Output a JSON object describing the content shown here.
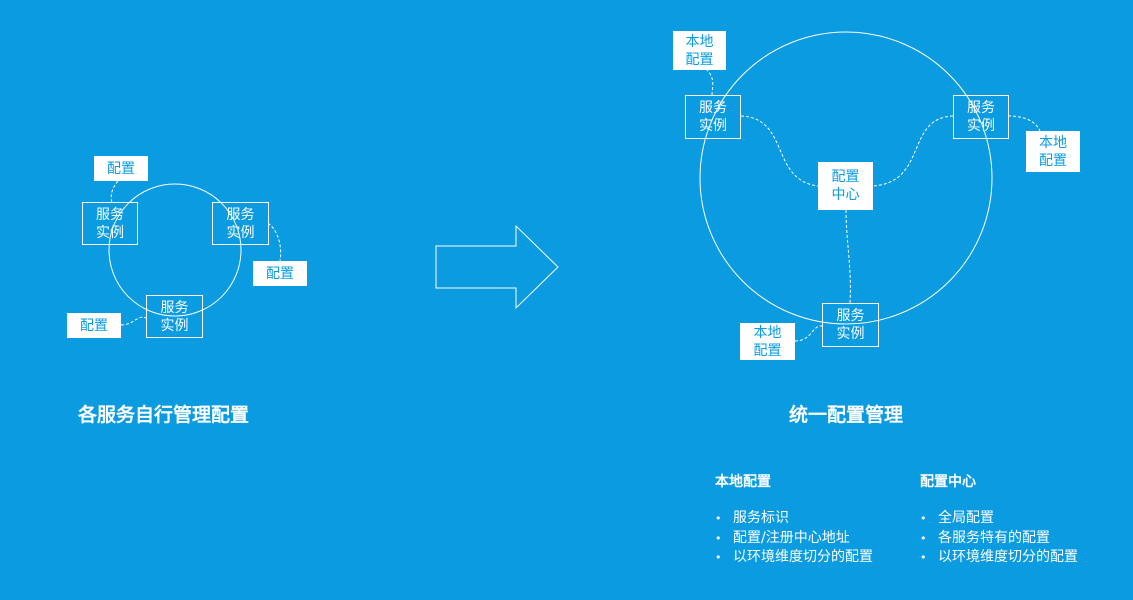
{
  "left_diagram": {
    "caption": "各服务自行管理配置",
    "instances": [
      {
        "line1": "服务",
        "line2": "实例"
      },
      {
        "line1": "服务",
        "line2": "实例"
      },
      {
        "line1": "服务",
        "line2": "实例"
      }
    ],
    "configs": [
      "配置",
      "配置",
      "配置"
    ]
  },
  "right_diagram": {
    "caption": "统一配置管理",
    "center": {
      "line1": "配置",
      "line2": "中心"
    },
    "instances": [
      {
        "line1": "服务",
        "line2": "实例"
      },
      {
        "line1": "服务",
        "line2": "实例"
      },
      {
        "line1": "服务",
        "line2": "实例"
      }
    ],
    "local_configs": [
      {
        "line1": "本地",
        "line2": "配置"
      },
      {
        "line1": "本地",
        "line2": "配置"
      },
      {
        "line1": "本地",
        "line2": "配置"
      }
    ]
  },
  "legend": {
    "local": {
      "title": "本地配置",
      "items": [
        "服务标识",
        "配置/注册中心地址",
        "以环境维度切分的配置"
      ]
    },
    "center": {
      "title": "配置中心",
      "items": [
        "全局配置",
        "各服务特有的配置",
        "以环境维度切分的配置"
      ]
    }
  },
  "colors": {
    "background": "#0a9be0",
    "foreground": "#ffffff"
  }
}
